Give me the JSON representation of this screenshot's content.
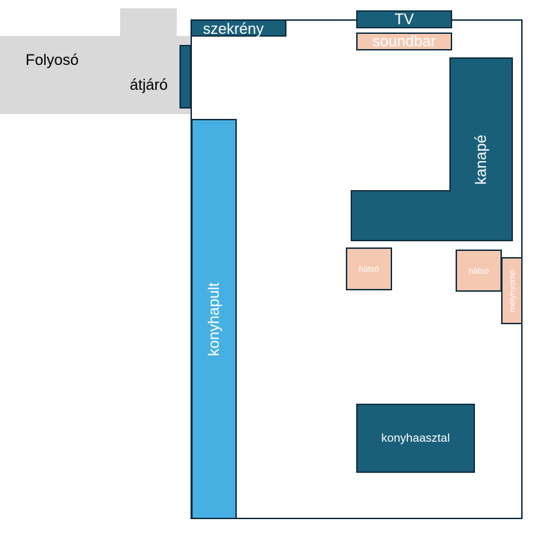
{
  "labels": {
    "corridor": "Folyosó",
    "passage": "átjáró",
    "wardrobe": "szekrény",
    "tv": "TV",
    "soundbar": "soundbar",
    "sofa": "kanapé",
    "rear_left": "hátsó",
    "rear_right": "hátsó",
    "subwoofer": "mélynyomó",
    "counter": "konyhapult",
    "table": "konyhaasztal"
  },
  "colors": {
    "furniture_dark": "#1a5f7a",
    "speaker": "#f5c8b2",
    "counter": "#47b0e2",
    "corridor": "#d9d9d9",
    "outline": "#0e2d40"
  }
}
